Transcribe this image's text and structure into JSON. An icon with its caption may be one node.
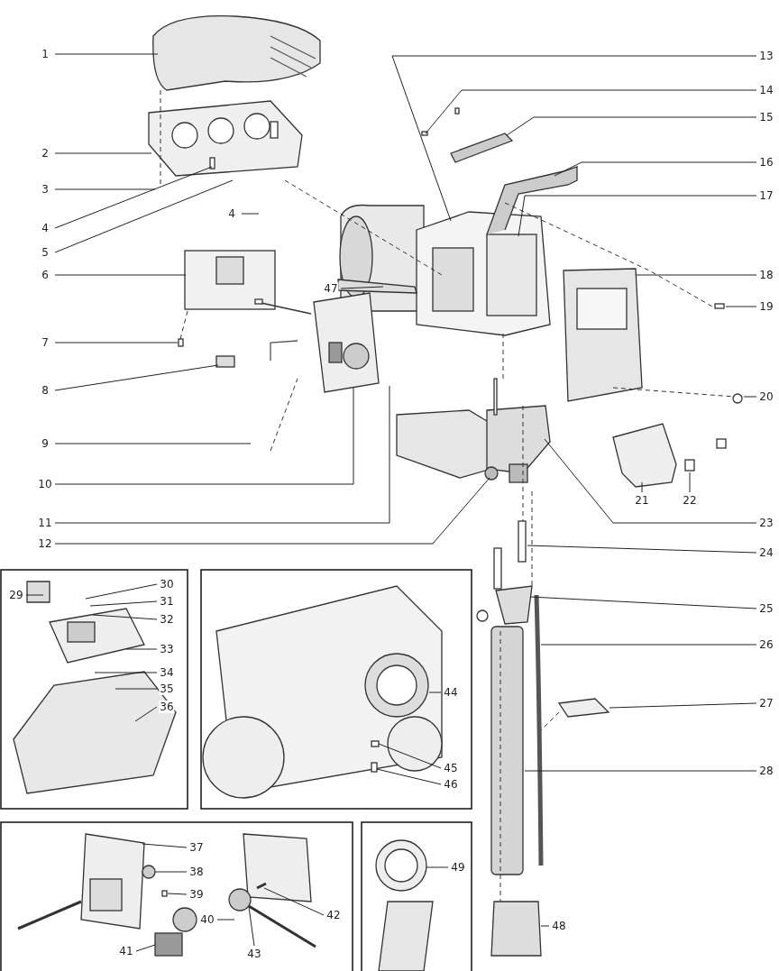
{
  "diagram": {
    "nodes": [
      {
        "text": [
          "1"
        ]
      },
      {
        "text": [
          "2"
        ]
      },
      {
        "text": [
          "3"
        ]
      },
      {
        "text": [
          "4"
        ]
      },
      {
        "text": [
          "5"
        ]
      },
      {
        "text": [
          "6"
        ]
      },
      {
        "text": [
          "4"
        ]
      },
      {
        "text": [
          "7"
        ]
      },
      {
        "text": [
          "8"
        ]
      },
      {
        "text": [
          "9"
        ]
      },
      {
        "text": [
          "10"
        ]
      },
      {
        "text": [
          "11"
        ]
      },
      {
        "text": [
          "12"
        ]
      },
      {
        "text": [
          "13"
        ]
      },
      {
        "text": [
          "14"
        ]
      },
      {
        "text": [
          "15"
        ]
      },
      {
        "text": [
          "16"
        ]
      },
      {
        "text": [
          "17"
        ]
      },
      {
        "text": [
          "47"
        ]
      },
      {
        "text": [
          "18"
        ]
      },
      {
        "text": [
          "19"
        ]
      },
      {
        "text": [
          "20"
        ]
      },
      {
        "text": [
          "21"
        ]
      },
      {
        "text": [
          "22"
        ]
      },
      {
        "text": [
          "23"
        ]
      },
      {
        "text": [
          "24"
        ]
      },
      {
        "text": [
          "25"
        ]
      },
      {
        "text": [
          "26"
        ]
      },
      {
        "text": [
          "27"
        ]
      },
      {
        "text": [
          "28"
        ]
      },
      {
        "text": [
          "29"
        ]
      },
      {
        "text": [
          "30"
        ]
      },
      {
        "text": [
          "31"
        ]
      },
      {
        "text": [
          "32"
        ]
      },
      {
        "text": [
          "33"
        ]
      },
      {
        "text": [
          "34"
        ]
      },
      {
        "text": [
          "35"
        ]
      },
      {
        "text": [
          "36"
        ]
      },
      {
        "text": [
          "44"
        ]
      },
      {
        "text": [
          "45"
        ]
      },
      {
        "text": [
          "46"
        ]
      },
      {
        "text": [
          "37"
        ]
      },
      {
        "text": [
          "38"
        ]
      },
      {
        "text": [
          "39"
        ]
      },
      {
        "text": [
          "40"
        ]
      },
      {
        "text": [
          "41"
        ]
      },
      {
        "text": [
          "42"
        ]
      },
      {
        "text": [
          "43"
        ]
      },
      {
        "text": [
          "49"
        ]
      },
      {
        "text": [
          "48"
        ]
      }
    ],
    "edges": [
      {
        "from": 0,
        "to": null,
        "arrow": "none"
      },
      {
        "from": 1,
        "to": null,
        "arrow": "none"
      },
      {
        "from": 2,
        "to": null,
        "arrow": "none"
      },
      {
        "from": 3,
        "to": null,
        "arrow": "none"
      },
      {
        "from": 4,
        "to": null,
        "arrow": "none"
      },
      {
        "from": 5,
        "to": null,
        "arrow": "none"
      },
      {
        "from": 6,
        "to": null,
        "arrow": "none"
      },
      {
        "from": 7,
        "to": null,
        "arrow": "none"
      },
      {
        "from": 8,
        "to": null,
        "arrow": "none"
      },
      {
        "from": 9,
        "to": null,
        "arrow": "none"
      },
      {
        "from": 10,
        "to": null,
        "arrow": "none"
      },
      {
        "from": 11,
        "to": null,
        "arrow": "none"
      },
      {
        "from": 12,
        "to": null,
        "arrow": "none"
      },
      {
        "from": 13,
        "to": null,
        "arrow": "none"
      },
      {
        "from": 14,
        "to": null,
        "arrow": "none"
      },
      {
        "from": 15,
        "to": null,
        "arrow": "none"
      },
      {
        "from": 16,
        "to": null,
        "arrow": "none"
      },
      {
        "from": 17,
        "to": null,
        "arrow": "none"
      },
      {
        "from": 18,
        "to": null,
        "arrow": "none"
      },
      {
        "from": 19,
        "to": null,
        "arrow": "none"
      },
      {
        "from": 20,
        "to": null,
        "arrow": "none"
      },
      {
        "from": 21,
        "to": null,
        "arrow": "none"
      },
      {
        "from": 22,
        "to": null,
        "arrow": "none"
      },
      {
        "from": 23,
        "to": null,
        "arrow": "none"
      },
      {
        "from": 24,
        "to": null,
        "arrow": "none"
      },
      {
        "from": 25,
        "to": null,
        "arrow": "none"
      },
      {
        "from": 26,
        "to": null,
        "arrow": "none"
      },
      {
        "from": 27,
        "to": null,
        "arrow": "none"
      },
      {
        "from": 28,
        "to": null,
        "arrow": "none"
      },
      {
        "from": 29,
        "to": null,
        "arrow": "none"
      },
      {
        "from": 30,
        "to": null,
        "arrow": "none"
      },
      {
        "from": 31,
        "to": null,
        "arrow": "none"
      },
      {
        "from": 32,
        "to": null,
        "arrow": "none"
      },
      {
        "from": 33,
        "to": null,
        "arrow": "none"
      },
      {
        "from": 34,
        "to": null,
        "arrow": "none"
      },
      {
        "from": 35,
        "to": null,
        "arrow": "none"
      },
      {
        "from": 36,
        "to": null,
        "arrow": "none"
      },
      {
        "from": 37,
        "to": null,
        "arrow": "none"
      },
      {
        "from": 38,
        "to": null,
        "arrow": "none"
      },
      {
        "from": 39,
        "to": null,
        "arrow": "none"
      },
      {
        "from": 40,
        "to": null,
        "arrow": "none"
      },
      {
        "from": 41,
        "to": null,
        "arrow": "none"
      },
      {
        "from": 42,
        "to": null,
        "arrow": "none"
      },
      {
        "from": 43,
        "to": null,
        "arrow": "none"
      },
      {
        "from": 44,
        "to": null,
        "arrow": "none"
      },
      {
        "from": 45,
        "to": null,
        "arrow": "none"
      },
      {
        "from": 46,
        "to": null,
        "arrow": "none"
      },
      {
        "from": 47,
        "to": null,
        "arrow": "none"
      },
      {
        "from": 48,
        "to": null,
        "arrow": "none"
      },
      {
        "from": 49,
        "to": null,
        "arrow": "none"
      }
    ]
  }
}
